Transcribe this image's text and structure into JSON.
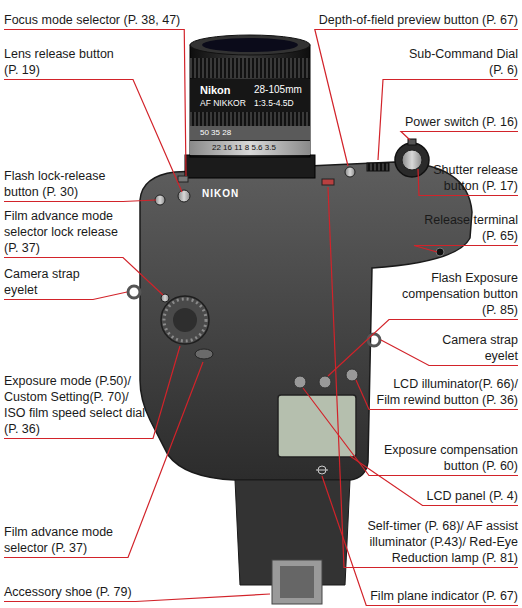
{
  "diagram": {
    "labels": [
      "Focus mode selector (P. 38, 47)",
      "Lens release button (P. 19)",
      "Flash lock-release button (P. 30)",
      "Film advance mode selector lock release (P. 37)",
      "Camera strap eyelet",
      "Exposure mode (P.50)/ Custom Setting(P. 70)/ ISO film speed select dial (P. 36)",
      "Film advance mode selector (P. 37)",
      "Accessory shoe (P. 79)",
      "Depth-of-field preview button (P. 67)",
      "Sub-Command Dial (P. 6)",
      "Power switch (P. 16)",
      "Shutter release button (P. 17)",
      "Release terminal (P. 65)",
      "Flash Exposure compensation button (P. 85)",
      "Camera strap eyelet",
      "LCD illuminator(P. 66)/ Film rewind button (P. 36)",
      "Exposure compensation button (P. 60)",
      "LCD panel (P. 4)",
      "Self-timer (P. 68)/ AF assist illuminator (P.43)/ Red-Eye Reduction lamp (P. 81)",
      "Film plane indicator (P. 67)",
      "Nikon",
      "AF NIKKOR",
      "28-105mm",
      "1:3.5-4.5D",
      "NIKON",
      "50 35 28",
      "22 16 11 8 5.6 3.5"
    ]
  }
}
